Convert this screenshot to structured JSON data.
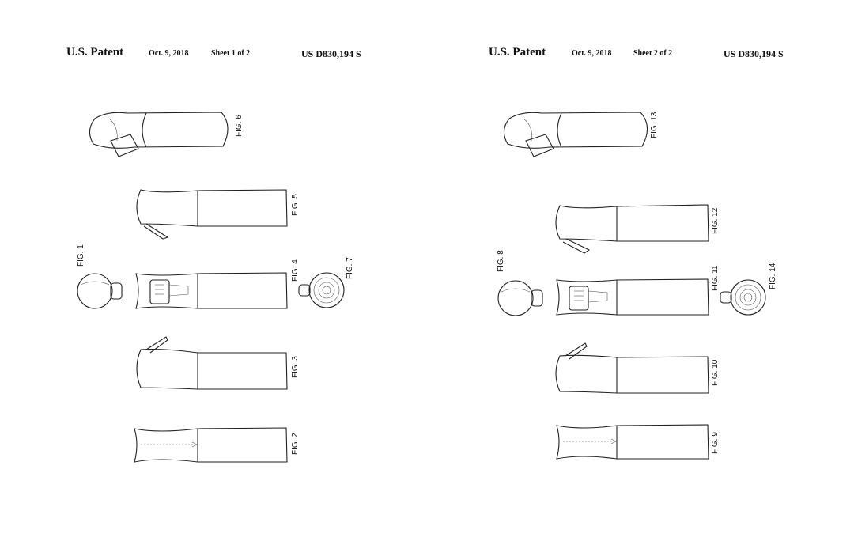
{
  "sheets": [
    {
      "patent_label": "U.S. Patent",
      "date": "Oct. 9, 2018",
      "sheet": "Sheet 1 of 2",
      "number": "US D830,194 S",
      "figs": [
        "FIG. 1",
        "FIG. 2",
        "FIG. 3",
        "FIG. 4",
        "FIG. 5",
        "FIG. 6",
        "FIG. 7"
      ]
    },
    {
      "patent_label": "U.S. Patent",
      "date": "Oct. 9, 2018",
      "sheet": "Sheet 2 of 2",
      "number": "US D830,194 S",
      "figs": [
        "FIG. 8",
        "FIG. 9",
        "FIG. 10",
        "FIG. 11",
        "FIG. 12",
        "FIG. 13",
        "FIG. 14"
      ]
    }
  ]
}
